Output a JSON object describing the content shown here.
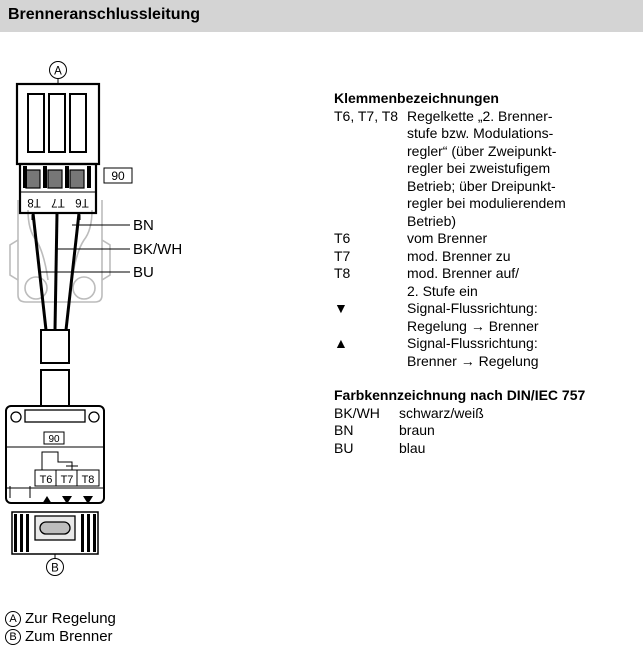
{
  "header": {
    "title": "Brenneranschlussleitung"
  },
  "diagram": {
    "callout_a": "A",
    "callout_b": "B",
    "label_90": "90",
    "plug_terminals": [
      "T8",
      "T7",
      "T6"
    ],
    "wire_labels": [
      "BN",
      "BK/WH",
      "BU"
    ],
    "socket_label_90": "90",
    "socket_terminals": [
      "T6",
      "T7",
      "T8"
    ]
  },
  "terminals": {
    "title": "Klemmenbezeichnungen",
    "rows": [
      {
        "term": "T6, T7, T8",
        "lines": [
          "Regelkette „2. Brenner-",
          "stufe bzw. Modulations-",
          "regler“ (über Zweipunkt-",
          "regler bei zweistufigem",
          "Betrieb; über Dreipunkt-",
          "regler bei modulierendem",
          "Betrieb)"
        ]
      },
      {
        "term": "T6",
        "lines": [
          "vom Brenner"
        ]
      },
      {
        "term": "T7",
        "lines": [
          "mod. Brenner zu"
        ]
      },
      {
        "term": "T8",
        "lines": [
          "mod. Brenner auf/",
          "2. Stufe ein"
        ]
      },
      {
        "term": "▼",
        "lines": [
          "Signal-Flussrichtung:",
          "Regelung → Brenner"
        ]
      },
      {
        "term": "▲",
        "lines": [
          "Signal-Flussrichtung:",
          "Brenner → Regelung"
        ]
      }
    ]
  },
  "colors": {
    "title": "Farbkennzeichnung nach DIN/IEC 757",
    "rows": [
      {
        "code": "BK/WH",
        "name": "schwarz/weiß"
      },
      {
        "code": "BN",
        "name": "braun"
      },
      {
        "code": "BU",
        "name": "blau"
      }
    ]
  },
  "legend": [
    {
      "letter": "A",
      "text": "Zur Regelung"
    },
    {
      "letter": "B",
      "text": "Zum Brenner"
    }
  ],
  "style": {
    "header_bg": "#d4d4d4",
    "ghost_gray": "#bcbcbc"
  }
}
